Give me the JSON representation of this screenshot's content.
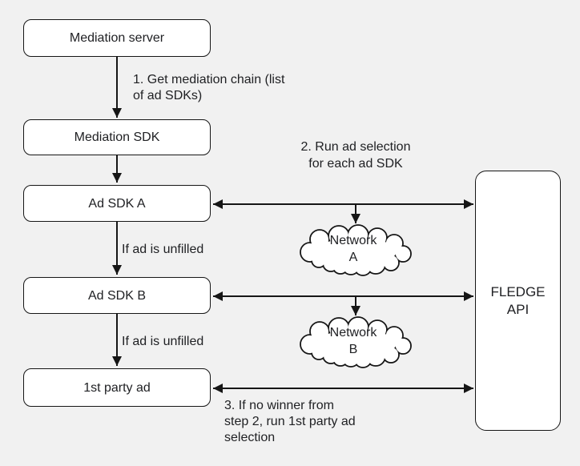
{
  "colors": {
    "background": "#f1f1f1",
    "node_fill": "#ffffff",
    "stroke": "#161616",
    "text": "#202124"
  },
  "nodes": {
    "mediation_server": {
      "label": "Mediation server"
    },
    "mediation_sdk": {
      "label": "Mediation SDK"
    },
    "ad_sdk_a": {
      "label": "Ad SDK A"
    },
    "ad_sdk_b": {
      "label": "Ad SDK B"
    },
    "first_party_ad": {
      "label": "1st party ad"
    },
    "fledge_api": {
      "label": "FLEDGE\nAPI"
    },
    "network_a": {
      "label": "Network\nA"
    },
    "network_b": {
      "label": "Network\nB"
    }
  },
  "annotations": {
    "step1": {
      "text": "1. Get mediation chain (list\nof ad SDKs)"
    },
    "step2": {
      "text": "2. Run ad selection\nfor each ad SDK"
    },
    "step3": {
      "text": "3. If no winner from\nstep 2, run 1st party ad\nselection"
    },
    "if_unfilled_a": {
      "text": "If ad is unfilled"
    },
    "if_unfilled_b": {
      "text": "If ad is unfilled"
    }
  },
  "edges": [
    {
      "from": "mediation_server",
      "to": "mediation_sdk",
      "label": "1. Get mediation chain (list of ad SDKs)",
      "bidirectional": false
    },
    {
      "from": "mediation_sdk",
      "to": "ad_sdk_a",
      "label": "",
      "bidirectional": false
    },
    {
      "from": "ad_sdk_a",
      "to": "ad_sdk_b",
      "label": "If ad is unfilled",
      "bidirectional": false
    },
    {
      "from": "ad_sdk_b",
      "to": "first_party_ad",
      "label": "If ad is unfilled",
      "bidirectional": false
    },
    {
      "from": "ad_sdk_a",
      "to": "fledge_api",
      "label": "2. Run ad selection for each ad SDK",
      "bidirectional": true
    },
    {
      "from": "ad_sdk_b",
      "to": "fledge_api",
      "label": "",
      "bidirectional": true
    },
    {
      "from": "first_party_ad",
      "to": "fledge_api",
      "label": "3. If no winner from step 2, run 1st party ad selection",
      "bidirectional": true
    },
    {
      "from": "ad_sdk_a_fledge_link",
      "to": "network_a",
      "label": "",
      "bidirectional": false
    },
    {
      "from": "ad_sdk_b_fledge_link",
      "to": "network_b",
      "label": "",
      "bidirectional": false
    }
  ]
}
